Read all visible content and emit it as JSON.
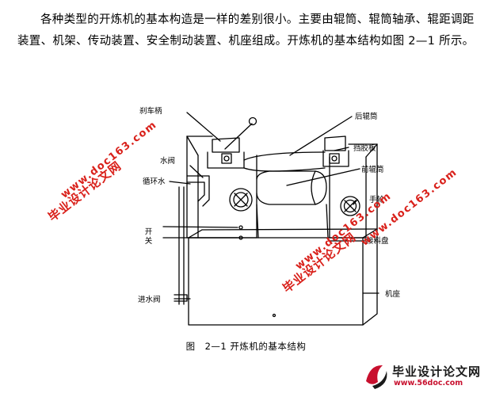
{
  "paragraph": "各种类型的开炼机的基本构造是一样的差别很小。主要由辊筒、辊筒轴承、辊距调距装置、机架、传动装置、安全制动装置、机座组成。开炼机的基本结构如图 2—1 所示。",
  "figure": {
    "labels": {
      "brake_handle": "刹车柄",
      "rear_roller": "后辊筒",
      "baffle": "挡胶板",
      "front_roller": "前辊筒",
      "water_valve": "水阀",
      "circulating_water": "循环水",
      "handwheel": "手轮",
      "switch": "开关",
      "tray": "接料盘",
      "inlet_valve": "进水阀",
      "base": "机座"
    },
    "caption": "图　2—1 开炼机的基本结构"
  },
  "watermarks": {
    "site_name": "毕业设计论文网",
    "url": "www.doc163.com"
  },
  "logo": {
    "title": "毕业设计论文网",
    "url": "www.56doc.com"
  },
  "colors": {
    "watermark_red": "#d9201a",
    "logo_red": "#c8102e"
  }
}
